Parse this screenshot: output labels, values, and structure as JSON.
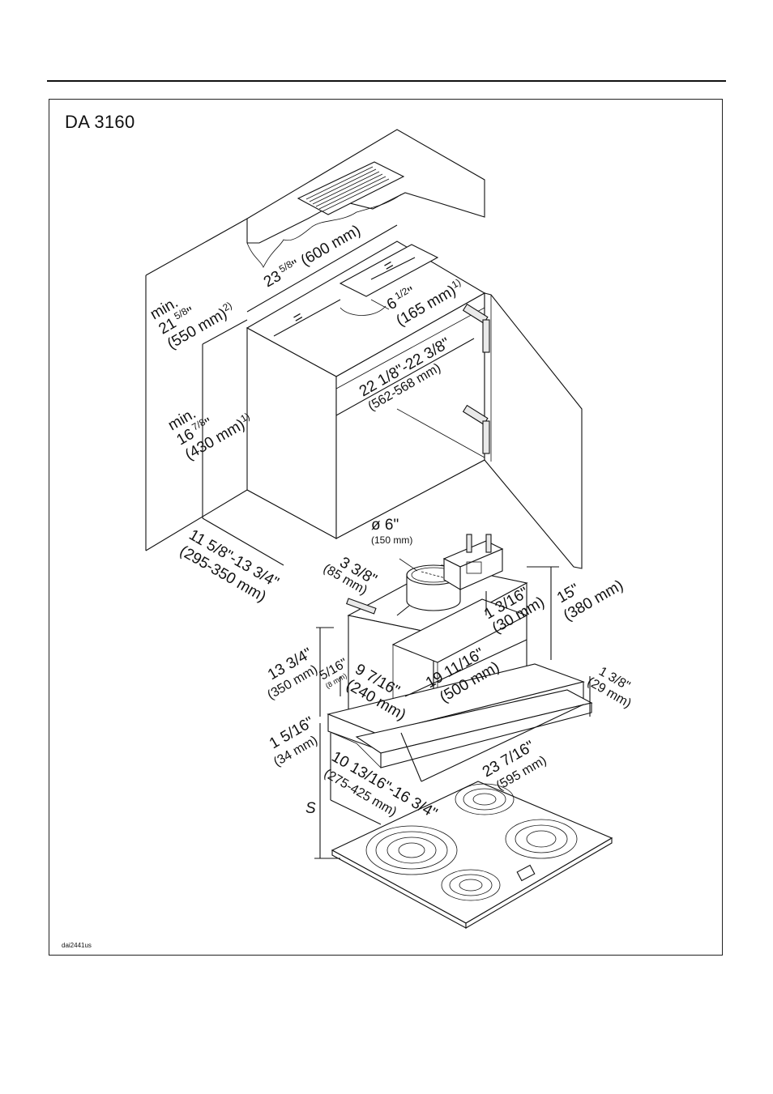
{
  "header": {
    "model": "DA 3160"
  },
  "footer": {
    "figure_code": "dai2441us"
  },
  "dimensions": {
    "cab_width": {
      "a": "23",
      "frac": "5/8",
      "b": "\" (600 mm)"
    },
    "min_total_height": {
      "l1": "min.",
      "l2a": "21",
      "l2f": "5/8",
      "l2b": "\"",
      "l3": "(550 mm)",
      "sup": "2)"
    },
    "min_cab_height": {
      "l1": "min.",
      "l2a": "16",
      "l2f": "7/8",
      "l2b": "\"",
      "l3": "(430 mm)",
      "sup": "1)"
    },
    "duct_offset": {
      "l1a": "6",
      "l1f": "1/2",
      "l1b": "\"",
      "l2": "(165 mm)",
      "sup": "1)"
    },
    "inner_width": {
      "l1": "22 1/8\"-22 3/8\"",
      "l2": "(562-568 mm)"
    },
    "cab_depth": {
      "l1": "11 5/8\"-13 3/4\"",
      "l2": "(295-350 mm)"
    },
    "duct_dia": {
      "l1": "ø 6\"",
      "l2": "(150 mm)"
    },
    "duct_pos": {
      "l1": "3 3/8\"",
      "l2": "(85 mm)"
    },
    "bracket_h": {
      "l1": "1 3/16\"",
      "l2": "(30 mm)"
    },
    "unit_depth_top": {
      "l1": "15\"",
      "l2": "(380 mm)"
    },
    "unit_height": {
      "l1": "13 3/4\"",
      "l2": "(350 mm)"
    },
    "screen_gap": {
      "l1": "5/16\"",
      "l2": "(8 mm)"
    },
    "body_depth": {
      "l1": "9 7/16\"",
      "l2": "(240 mm)"
    },
    "body_width": {
      "l1": "19 11/16\"",
      "l2": "(500 mm)"
    },
    "visor_h": {
      "l1": "1 3/8\"",
      "l2": "(29 mm)"
    },
    "front_h": {
      "l1": "1 5/16\"",
      "l2": "(34 mm)"
    },
    "visor_depth": {
      "l1": "10 13/16\"-16 3/4\"",
      "l2": "(275-425 mm)"
    },
    "hood_width": {
      "l1": "23 7/16\"",
      "l2": "(595 mm)"
    },
    "safety_dist": {
      "label": "S"
    },
    "equal_mark": "="
  }
}
